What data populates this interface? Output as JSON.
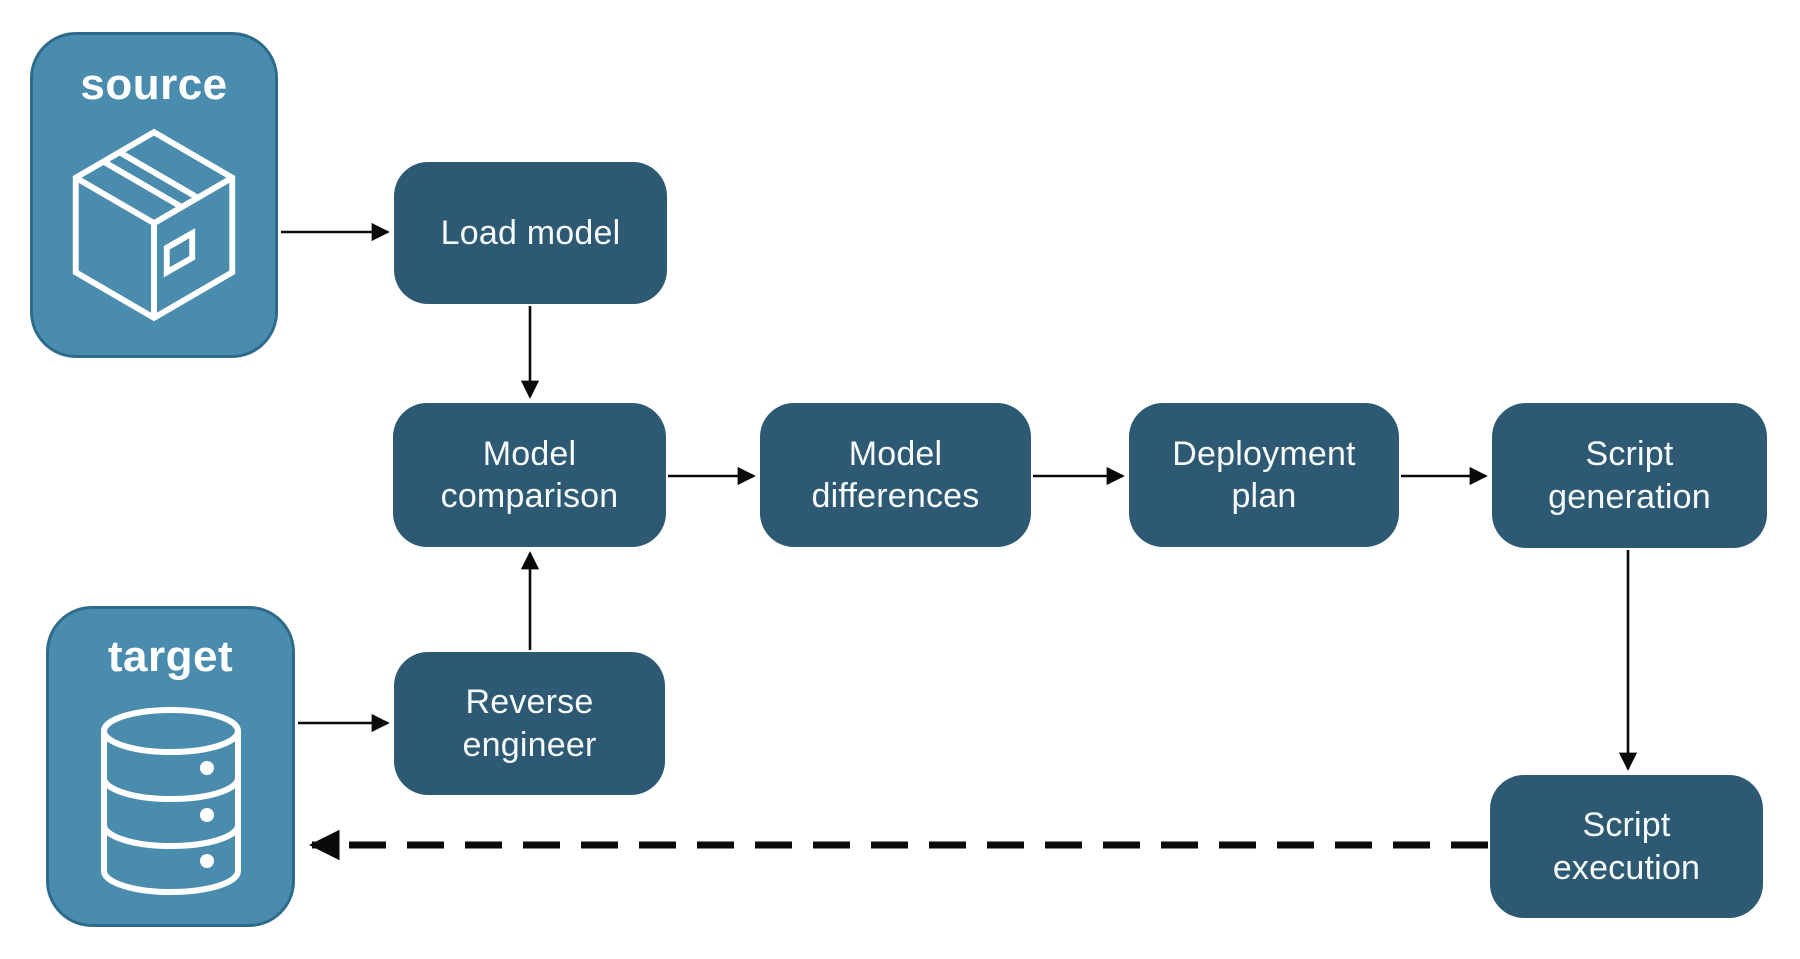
{
  "diagram": {
    "colors": {
      "node_fill": "#2E5973",
      "node_text": "#F7FAFB",
      "container_fill": "#4A8CAE",
      "container_border": "#2E6B8A",
      "container_text": "#FFFFFF",
      "arrow": "#0A0A0A",
      "background": "#FFFFFF"
    },
    "containers": {
      "source": {
        "label": "source",
        "icon": "package-icon"
      },
      "target": {
        "label": "target",
        "icon": "database-icon"
      }
    },
    "nodes": {
      "load_model": {
        "label": "Load model"
      },
      "model_comparison": {
        "label": "Model comparison"
      },
      "model_differences": {
        "label": "Model differences"
      },
      "deployment_plan": {
        "label": "Deployment plan"
      },
      "script_generation": {
        "label": "Script generation"
      },
      "reverse_engineer": {
        "label": "Reverse engineer"
      },
      "script_execution": {
        "label": "Script execution"
      }
    },
    "edges": [
      {
        "from": "source",
        "to": "load_model",
        "style": "solid"
      },
      {
        "from": "load_model",
        "to": "model_comparison",
        "style": "solid"
      },
      {
        "from": "model_comparison",
        "to": "model_differences",
        "style": "solid"
      },
      {
        "from": "model_differences",
        "to": "deployment_plan",
        "style": "solid"
      },
      {
        "from": "deployment_plan",
        "to": "script_generation",
        "style": "solid"
      },
      {
        "from": "script_generation",
        "to": "script_execution",
        "style": "solid"
      },
      {
        "from": "reverse_engineer",
        "to": "model_comparison",
        "style": "solid"
      },
      {
        "from": "target",
        "to": "reverse_engineer",
        "style": "solid"
      },
      {
        "from": "script_execution",
        "to": "target",
        "style": "dashed"
      }
    ]
  }
}
